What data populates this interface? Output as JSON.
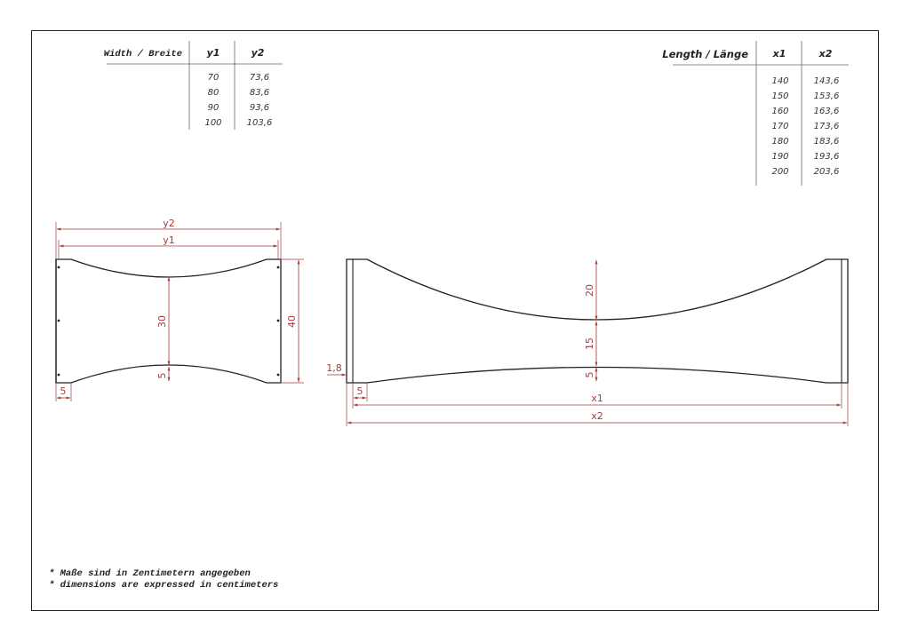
{
  "colors": {
    "line": "#222222",
    "dim": "#a83a3a",
    "text": "#333333"
  },
  "width_table": {
    "title": "Width / Breite",
    "col1": "y1",
    "col2": "y2",
    "rows": [
      {
        "a": "70",
        "b": "73,6"
      },
      {
        "a": "80",
        "b": "83,6"
      },
      {
        "a": "90",
        "b": "93,6"
      },
      {
        "a": "100",
        "b": "103,6"
      }
    ]
  },
  "length_table": {
    "title": "Length / Länge",
    "col1": "x1",
    "col2": "x2",
    "rows": [
      {
        "a": "140",
        "b": "143,6"
      },
      {
        "a": "150",
        "b": "153,6"
      },
      {
        "a": "160",
        "b": "163,6"
      },
      {
        "a": "170",
        "b": "173,6"
      },
      {
        "a": "180",
        "b": "183,6"
      },
      {
        "a": "190",
        "b": "193,6"
      },
      {
        "a": "200",
        "b": "203,6"
      }
    ]
  },
  "end_view": {
    "dim_y2": "y2",
    "dim_y1": "y1",
    "dim_30": "30",
    "dim_5_bottom": "5",
    "dim_40": "40",
    "dim_5_side": "5"
  },
  "side_view": {
    "dim_20": "20",
    "dim_15": "15",
    "dim_5_bottom": "5",
    "dim_18": "1,8",
    "dim_5_side": "5",
    "dim_x1": "x1",
    "dim_x2": "x2"
  },
  "notes": [
    "* Maße sind in Zentimetern angegeben",
    "* dimensions are expressed in centimeters"
  ]
}
